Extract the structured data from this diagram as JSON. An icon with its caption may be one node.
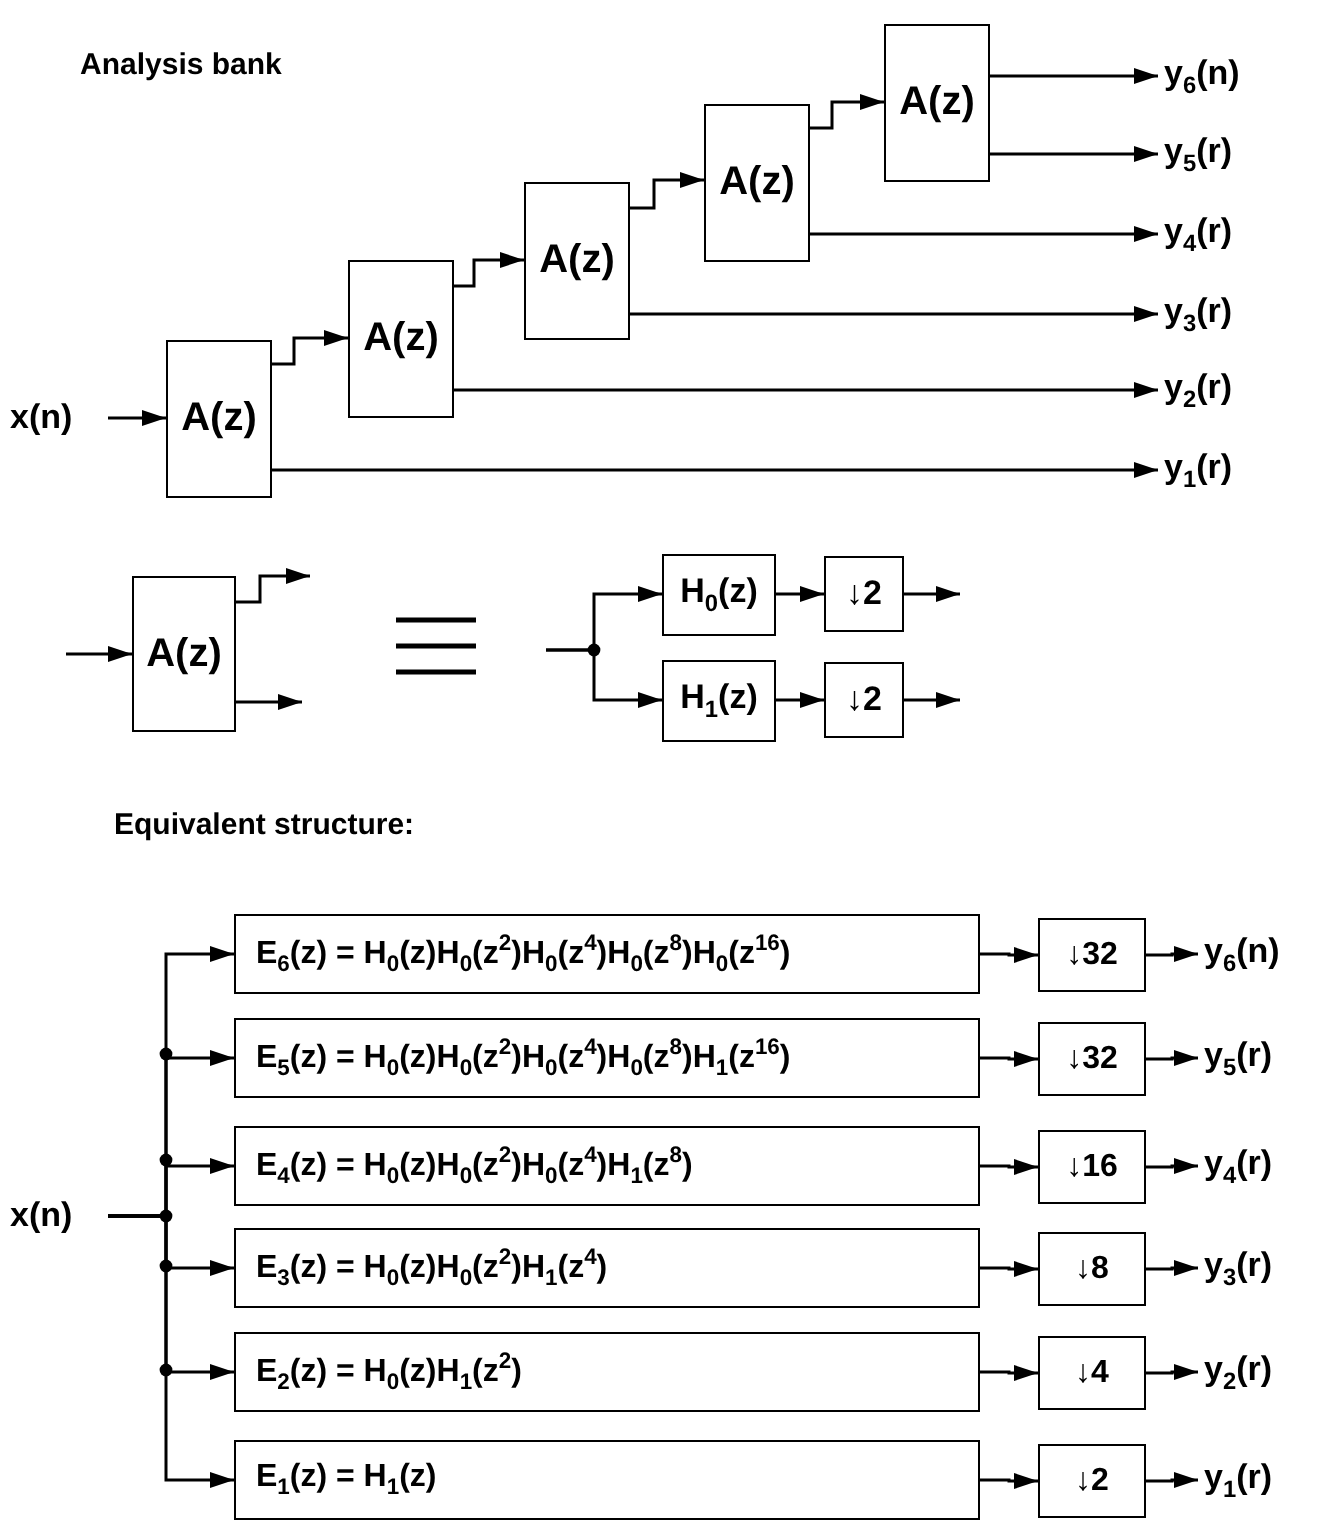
{
  "diagram": {
    "nodes": [
      {
        "text": [
          "x(n)"
        ]
      },
      {
        "text": [
          "A(z)"
        ]
      },
      {
        "text": [
          "A(z)"
        ]
      },
      {
        "text": [
          "A(z)"
        ]
      },
      {
        "text": [
          "A(z)"
        ]
      },
      {
        "text": [
          "A(z)"
        ]
      },
      {
        "text": [
          "y$_{6}$(n)"
        ]
      },
      {
        "text": [
          "y$_{5}$(r)"
        ]
      },
      {
        "text": [
          "y$_{4}$(r)"
        ]
      },
      {
        "text": [
          "y$_{3}$(r)"
        ]
      },
      {
        "text": [
          "y$_{2}$(r)"
        ]
      },
      {
        "text": [
          "y$_{1}$(r)"
        ]
      },
      {
        "text": [
          "A(z)"
        ]
      },
      {
        "text": [
          "H$_{0}$(z)"
        ]
      },
      {
        "text": [
          "↓2"
        ]
      },
      {
        "text": [
          "H$_{1}$(z)"
        ]
      },
      {
        "text": [
          "↓2"
        ]
      },
      {
        "text": [
          "x(n)"
        ]
      },
      {
        "text": [
          "E$_{6}$(z) = H$_{0}$(z)H$_{0}$(z$^{2}$)H$_{0}$(z$^{4}$)H$_{0}$(z$^{8}$)H$_{0}$(z$^{16}$)"
        ]
      },
      {
        "text": [
          "↓32"
        ]
      },
      {
        "text": [
          "y$_{6}$(n)"
        ]
      },
      {
        "text": [
          "E$_{5}$(z) = H$_{0}$(z)H$_{0}$(z$^{2}$)H$_{0}$(z$^{4}$)H$_{0}$(z$^{8}$)H$_{1}$(z$^{16}$)"
        ]
      },
      {
        "text": [
          "↓32"
        ]
      },
      {
        "text": [
          "y$_{5}$(r)"
        ]
      },
      {
        "text": [
          "E$_{4}$(z) = H$_{0}$(z)H$_{0}$(z$^{2}$)H$_{0}$(z$^{4}$)H$_{1}$(z$^{8}$)"
        ]
      },
      {
        "text": [
          "↓16"
        ]
      },
      {
        "text": [
          "y$_{4}$(r)"
        ]
      },
      {
        "text": [
          "E$_{3}$(z) = H$_{0}$(z)H$_{0}$(z$^{2}$)H$_{1}$(z$^{4}$)"
        ]
      },
      {
        "text": [
          "↓8"
        ]
      },
      {
        "text": [
          "y$_{3}$(r)"
        ]
      },
      {
        "text": [
          "E$_{2}$(z) = H$_{0}$(z)H$_{1}$(z$^{2}$)"
        ]
      },
      {
        "text": [
          "↓4"
        ]
      },
      {
        "text": [
          "y$_{2}$(r)"
        ]
      },
      {
        "text": [
          "E$_{1}$(z) = H$_{1}$(z)"
        ]
      },
      {
        "text": [
          "↓2"
        ]
      },
      {
        "text": [
          "y$_{1}$(r)"
        ]
      }
    ],
    "edges": [
      {
        "from": 0,
        "to": 1,
        "arrow": "to"
      },
      {
        "from": 1,
        "to": 2,
        "arrow": "to"
      },
      {
        "from": 2,
        "to": 3,
        "arrow": "to"
      },
      {
        "from": 3,
        "to": 4,
        "arrow": "to"
      },
      {
        "from": 4,
        "to": 5,
        "arrow": "to"
      },
      {
        "from": 5,
        "to": 6,
        "arrow": "to"
      },
      {
        "from": 5,
        "to": 7,
        "arrow": "to"
      },
      {
        "from": 4,
        "to": 8,
        "arrow": "to"
      },
      {
        "from": 3,
        "to": 9,
        "arrow": "to"
      },
      {
        "from": 2,
        "to": 10,
        "arrow": "to"
      },
      {
        "from": 1,
        "to": 11,
        "arrow": "to"
      },
      {
        "from": null,
        "to": 12,
        "arrow": "to"
      },
      {
        "from": 12,
        "to": null,
        "arrow": "to"
      },
      {
        "from": 12,
        "to": null,
        "arrow": "to"
      },
      {
        "from": null,
        "to": 13,
        "arrow": "to"
      },
      {
        "from": null,
        "to": 15,
        "arrow": "to"
      },
      {
        "from": 13,
        "to": 14,
        "arrow": "to"
      },
      {
        "from": 15,
        "to": 16,
        "arrow": "to"
      },
      {
        "from": 14,
        "to": null,
        "arrow": "to"
      },
      {
        "from": 16,
        "to": null,
        "arrow": "to"
      },
      {
        "from": 17,
        "to": 18,
        "arrow": "to"
      },
      {
        "from": 17,
        "to": 21,
        "arrow": "to"
      },
      {
        "from": 17,
        "to": 24,
        "arrow": "to"
      },
      {
        "from": 17,
        "to": 27,
        "arrow": "to"
      },
      {
        "from": 17,
        "to": 30,
        "arrow": "to"
      },
      {
        "from": 17,
        "to": 33,
        "arrow": "to"
      },
      {
        "from": 18,
        "to": 19,
        "arrow": "to"
      },
      {
        "from": 19,
        "to": 20,
        "arrow": "to"
      },
      {
        "from": 21,
        "to": 22,
        "arrow": "to"
      },
      {
        "from": 22,
        "to": 23,
        "arrow": "to"
      },
      {
        "from": 24,
        "to": 25,
        "arrow": "to"
      },
      {
        "from": 25,
        "to": 26,
        "arrow": "to"
      },
      {
        "from": 27,
        "to": 28,
        "arrow": "to"
      },
      {
        "from": 28,
        "to": 29,
        "arrow": "to"
      },
      {
        "from": 30,
        "to": 31,
        "arrow": "to"
      },
      {
        "from": 31,
        "to": 32,
        "arrow": "to"
      },
      {
        "from": 33,
        "to": 34,
        "arrow": "to"
      },
      {
        "from": 34,
        "to": 35,
        "arrow": "to"
      }
    ],
    "labels": [
      "Analysis bank",
      "Equivalent structure:"
    ]
  }
}
